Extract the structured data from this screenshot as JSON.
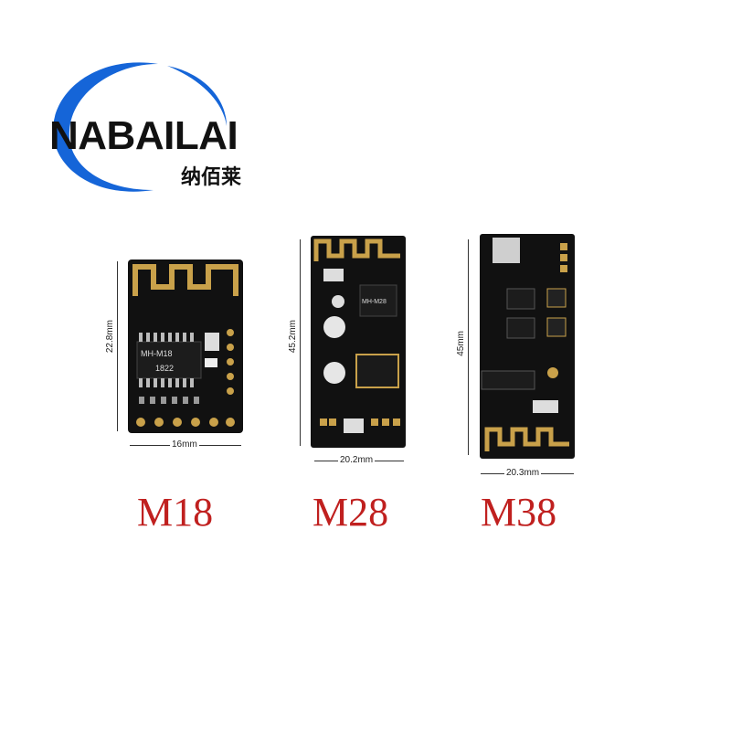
{
  "brand": {
    "name": "NABAILAI",
    "name_cn": "纳佰莱",
    "colors": {
      "swoosh": "#1565d8",
      "text": "#111111"
    }
  },
  "modules": [
    {
      "label": "M18",
      "chip_text": "MH-M18",
      "chip_code": "1822",
      "height_label": "22.8mm",
      "width_label": "16mm"
    },
    {
      "label": "M28",
      "chip_text": "MH-M28",
      "height_label": "45.2mm",
      "width_label": "20.2mm"
    },
    {
      "label": "M38",
      "height_label": "45mm",
      "width_label": "20.3mm"
    }
  ],
  "colors": {
    "label_red": "#c0201f",
    "pcb": "#111111",
    "gold": "#c9a14a"
  }
}
